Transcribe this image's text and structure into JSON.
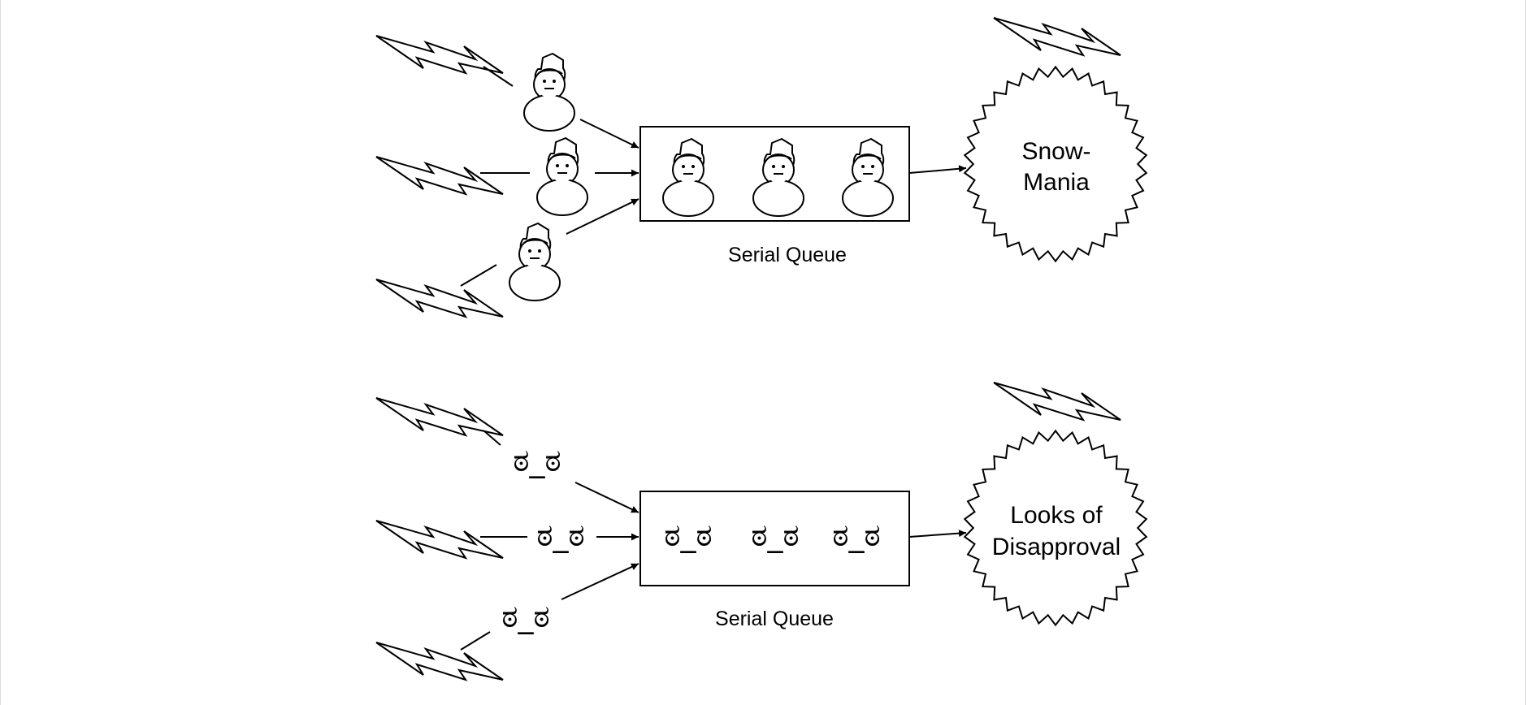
{
  "diagrams": [
    {
      "queue_label": "Serial Queue",
      "result_lines": [
        "Snow-",
        "Mania"
      ],
      "item_kind": "snowman"
    },
    {
      "queue_label": "Serial Queue",
      "result_lines": [
        "Looks of",
        "Disapproval"
      ],
      "item_kind": "look",
      "item_text": "ಠ_ಠ"
    }
  ],
  "icons": [
    "lightning-bolt-icon",
    "snowman-icon",
    "burst-icon",
    "arrow-icon"
  ]
}
